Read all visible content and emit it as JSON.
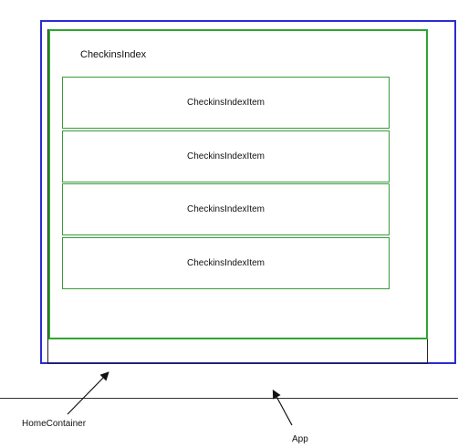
{
  "diagram": {
    "checkins_index_label": "CheckinsIndex",
    "items": [
      {
        "label": "CheckinsIndexItem"
      },
      {
        "label": "CheckinsIndexItem"
      },
      {
        "label": "CheckinsIndexItem"
      },
      {
        "label": "CheckinsIndexItem"
      }
    ],
    "home_container_label": "HomeContainer",
    "app_label": "App"
  },
  "colors": {
    "app_border": "#2b2bd6",
    "checkins_index_border": "#2ea52e",
    "home_container_border": "#222222",
    "line": "#333333"
  }
}
